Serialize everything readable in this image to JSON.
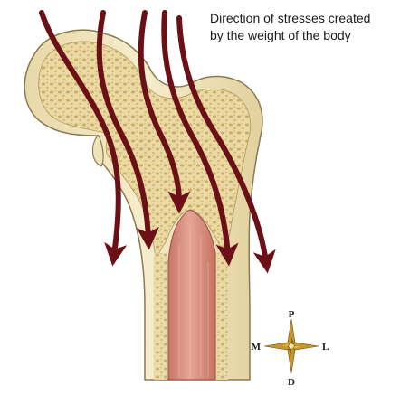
{
  "caption": {
    "line1": "Direction of stresses created",
    "line2": "by the weight of the body"
  },
  "compass": {
    "top": "P",
    "bottom": "D",
    "left": "M",
    "right": "L"
  },
  "colors": {
    "bone_outline": "#8a7a52",
    "bone_fill": "#efe3b8",
    "spongy_bone": "#e6d49a",
    "marrow_cavity": "#d99080",
    "stress_arrow": "#6b1016",
    "compass_gold": "#c9962e"
  }
}
